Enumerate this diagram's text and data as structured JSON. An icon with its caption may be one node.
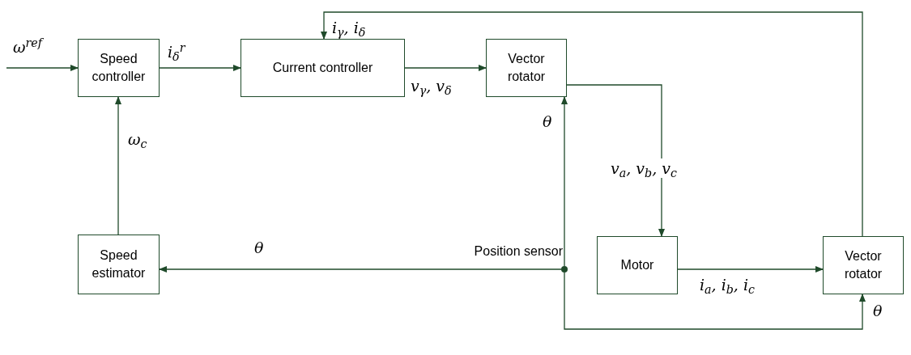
{
  "diagram": {
    "nodes": [
      {
        "text": [
          "Speed controller"
        ]
      },
      {
        "text": [
          "Current controller"
        ]
      },
      {
        "text": [
          "Vector rotator"
        ]
      },
      {
        "text": [
          "Speed estimator"
        ]
      },
      {
        "text": [
          "Motor"
        ]
      },
      {
        "text": [
          "Vector rotator"
        ]
      },
      {
        "text": [],
        "shape": "circle",
        "beside": [
          "Position sensor"
        ]
      }
    ],
    "edges": [
      {
        "from": null,
        "to": 0,
        "arrow": "to",
        "label": "ω$^{ref}$"
      },
      {
        "from": 0,
        "to": 1,
        "arrow": "to",
        "label": "i$_{δ}$$^{r}$"
      },
      {
        "from": 1,
        "to": 2,
        "arrow": "to",
        "label": "v$_{γ}$, v$_{δ}$"
      },
      {
        "from": 2,
        "to": 4,
        "arrow": "to",
        "label": "v$_{a}$, v$_{b}$, v$_{c}$"
      },
      {
        "from": 4,
        "to": 5,
        "arrow": "to",
        "label": "i$_{a}$, i$_{b}$, i$_{c}$"
      },
      {
        "from": 5,
        "to": 1,
        "arrow": "to",
        "label": "i$_{γ}$, i$_{δ}$"
      },
      {
        "from": 3,
        "to": 0,
        "arrow": "to",
        "label": "ω$_{c}$"
      },
      {
        "from": 6,
        "to": 3,
        "arrow": "to",
        "label": "θ"
      },
      {
        "from": 6,
        "to": 2,
        "arrow": "to",
        "label": "θ"
      },
      {
        "from": 6,
        "to": 5,
        "arrow": "to",
        "label": "θ"
      }
    ]
  }
}
